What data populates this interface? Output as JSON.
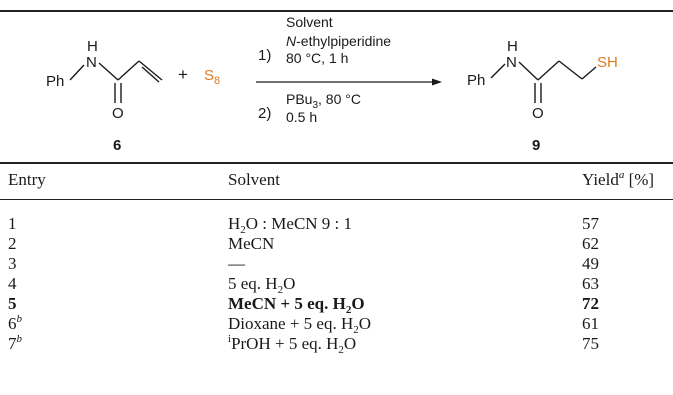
{
  "scheme": {
    "reactant_label": "6",
    "product_label": "9",
    "reagent_s8": "S",
    "reagent_s8_sub": "8",
    "plus": "+",
    "step1_num": "1)",
    "step1_line1": "Solvent",
    "step1_line2": "N-ethylpiperidine",
    "step1_line3": "80 °C, 1 h",
    "step2_num": "2)",
    "step2_line1_main": "PBu",
    "step2_line1_sub": "3",
    "step2_line1_rest": ", 80 °C",
    "step2_line2": "0.5 h",
    "atom_ph": "Ph",
    "atom_n": "N",
    "atom_h": "H",
    "atom_o": "O",
    "atom_sh": "SH",
    "accent_color": "#e07a1f"
  },
  "table": {
    "headers": {
      "entry": "Entry",
      "solvent": "Solvent",
      "yield": "Yield",
      "yield_note": "a",
      "yield_unit": "[%]"
    },
    "rows": [
      {
        "entry": "1",
        "entry_note": "",
        "solvent_pre": "",
        "solvent": "H",
        "solvent_sub": "2",
        "solvent_post": "O : MeCN 9 : 1",
        "yield": "57",
        "bold": false
      },
      {
        "entry": "2",
        "entry_note": "",
        "solvent_pre": "",
        "solvent": "MeCN",
        "solvent_sub": "",
        "solvent_post": "",
        "yield": "62",
        "bold": false
      },
      {
        "entry": "3",
        "entry_note": "",
        "solvent_pre": "",
        "solvent": "—",
        "solvent_sub": "",
        "solvent_post": "",
        "yield": "49",
        "bold": false
      },
      {
        "entry": "4",
        "entry_note": "",
        "solvent_pre": "",
        "solvent": "5 eq. H",
        "solvent_sub": "2",
        "solvent_post": "O",
        "yield": "63",
        "bold": false
      },
      {
        "entry": "5",
        "entry_note": "",
        "solvent_pre": "",
        "solvent": "MeCN + 5 eq. H",
        "solvent_sub": "2",
        "solvent_post": "O",
        "yield": "72",
        "bold": true
      },
      {
        "entry": "6",
        "entry_note": "b",
        "solvent_pre": "",
        "solvent": "Dioxane + 5 eq. H",
        "solvent_sub": "2",
        "solvent_post": "O",
        "yield": "61",
        "bold": false
      },
      {
        "entry": "7",
        "entry_note": "b",
        "solvent_pre": "i",
        "solvent": "PrOH + 5 eq. H",
        "solvent_sub": "2",
        "solvent_post": "O",
        "yield": "75",
        "bold": false
      }
    ]
  }
}
